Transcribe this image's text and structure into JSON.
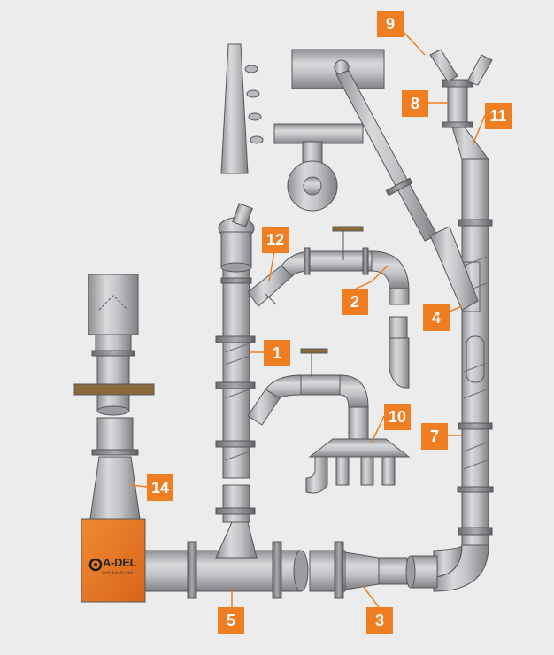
{
  "brand": {
    "name": "A-DEL",
    "tagline": "ВНЕ КАЧЕСТВА"
  },
  "colors": {
    "background": "#ececec",
    "accent": "#ef7d22",
    "metal": "#c3c4c6",
    "metal_dark": "#7a7c80",
    "wood": "#8a6a3c"
  },
  "callouts": [
    {
      "label": "1"
    },
    {
      "label": "2"
    },
    {
      "label": "3"
    },
    {
      "label": "4"
    },
    {
      "label": "5"
    },
    {
      "label": "7"
    },
    {
      "label": "8"
    },
    {
      "label": "9"
    },
    {
      "label": "10"
    },
    {
      "label": "11"
    },
    {
      "label": "12"
    },
    {
      "label": "14"
    }
  ]
}
